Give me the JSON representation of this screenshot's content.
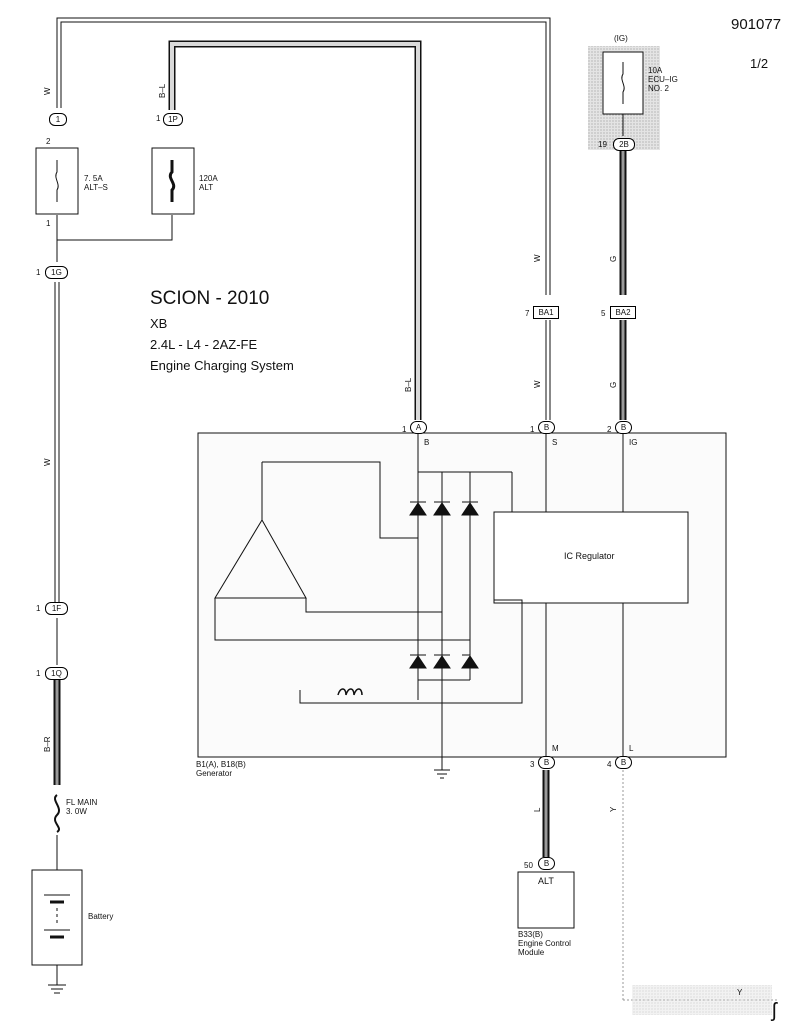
{
  "diagram_id": "901077",
  "page": "1/2",
  "title": {
    "make": "SCION - 2010",
    "model": "XB",
    "engine": "2.4L - L4 - 2AZ-FE",
    "system": "Engine Charging System"
  },
  "wire_colors": {
    "w_top": "W",
    "bl_top": "B–L",
    "w_right": "W",
    "g_right": "G",
    "w_lower": "W",
    "g_lower": "G",
    "bl_lower": "B–L",
    "w_left": "W",
    "br_left": "B–R",
    "l_ecm": "L",
    "y_l": "Y",
    "y_bottom": "Y"
  },
  "fuses": {
    "alt_s": "7. 5A\nALT–S",
    "alt": "120A\nALT",
    "ecu_ig": "10A\nECU–IG\nNO. 2",
    "fl_main": "FL MAIN\n3. 0W"
  },
  "power_source": "(IG)",
  "connectors": {
    "c1": {
      "label": "1",
      "pin_top": "2",
      "pin_bottom": "1"
    },
    "c1p": {
      "label": "1P",
      "pin": "1"
    },
    "c2b": {
      "label": "2B",
      "pin": "19"
    },
    "c1g": {
      "label": "1G",
      "pin": "1"
    },
    "ba1": {
      "label": "BA1",
      "pin": "7"
    },
    "ba2": {
      "label": "BA2",
      "pin": "5"
    },
    "c1f": {
      "label": "1F",
      "pin": "1"
    },
    "c1q": {
      "label": "1Q",
      "pin": "1"
    }
  },
  "generator": {
    "name": "B1(A), B18(B)\nGenerator",
    "terminals": [
      {
        "pin": "1",
        "conn": "A",
        "name": "B"
      },
      {
        "pin": "1",
        "conn": "B",
        "name": "S"
      },
      {
        "pin": "2",
        "conn": "B",
        "name": "IG"
      },
      {
        "pin": "3",
        "conn": "B",
        "name": "M"
      },
      {
        "pin": "4",
        "conn": "B",
        "name": "L"
      }
    ],
    "regulator": "IC Regulator"
  },
  "ecm": {
    "pin": "50",
    "conn": "B",
    "terminal": "ALT",
    "name": "B33(B)\nEngine Control\nModule"
  },
  "battery": "Battery",
  "colors": {
    "ink": "#111111",
    "harness_fill": "#d9d9d9",
    "fuse_shade": "#c8c8c8"
  }
}
